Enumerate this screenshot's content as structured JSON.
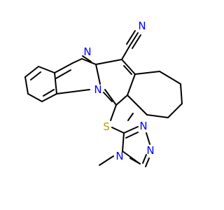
{
  "atoms": {
    "N_nitrile": {
      "text": "N",
      "color": "#0000ff"
    },
    "N_imidazole": {
      "text": "N",
      "color": "#0000ff"
    },
    "N_bridgehead": {
      "text": "N",
      "color": "#0000ff"
    },
    "S": {
      "text": "S",
      "color": "#b2a200"
    },
    "N_triazole_1": {
      "text": "N",
      "color": "#0000ff"
    },
    "N_triazole_2": {
      "text": "N",
      "color": "#0000ff"
    },
    "N_triazole_methyl": {
      "text": "N",
      "color": "#0000ff"
    }
  },
  "colors": {
    "bond": "#000000",
    "background": "#ffffff"
  }
}
